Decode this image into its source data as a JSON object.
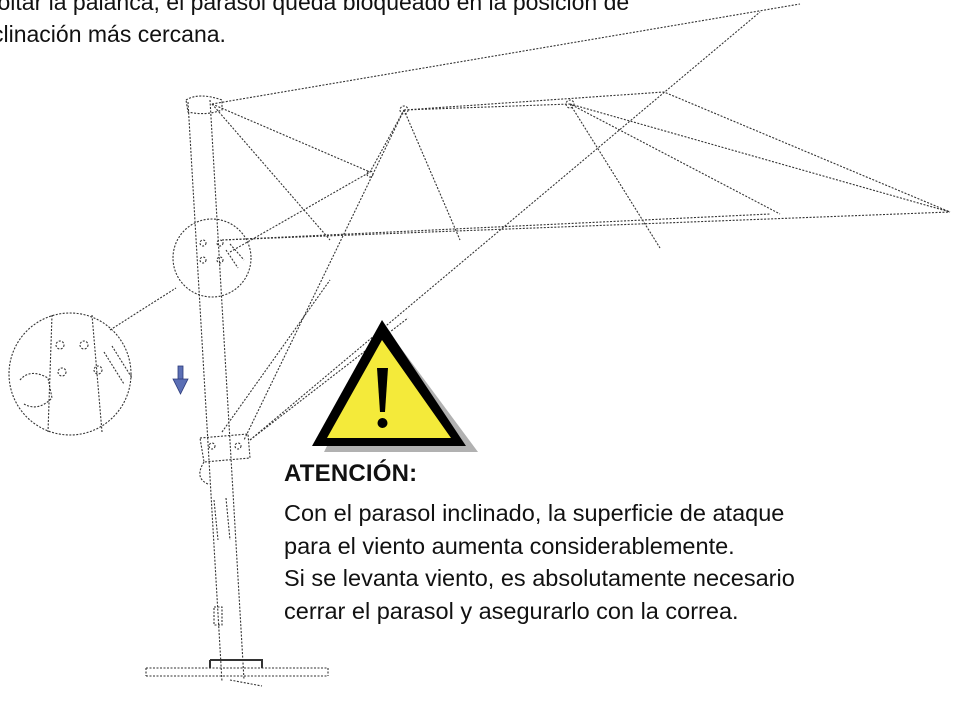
{
  "intro": {
    "line1": "soltar la palanca, el parasol queda bloqueado en la posición de",
    "line2": "clinación más cercana."
  },
  "warning": {
    "icon": "warning-triangle-icon",
    "icon_fill": "#f4ea3a",
    "icon_outline": "#000000",
    "title": "ATENCIÓN:",
    "lines": [
      "Con el parasol inclinado, la superficie de ataque",
      "para el viento aumenta considerablemente.",
      "Si se levanta viento, es absolutamente necesario",
      "cerrar el parasol y asegurarlo con la correa."
    ]
  },
  "arrow_color": "#5b6fb5"
}
